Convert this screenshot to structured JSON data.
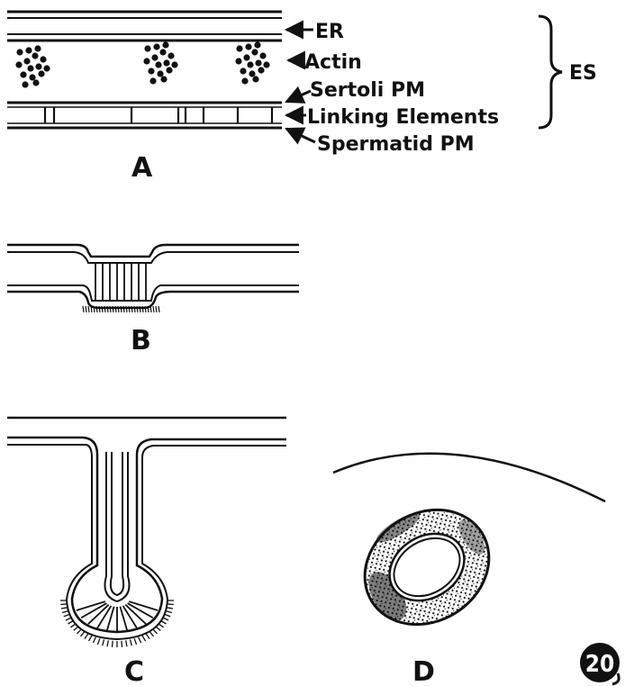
{
  "panels": {
    "a": "A",
    "b": "B",
    "c": "C",
    "d": "D"
  },
  "labels": {
    "er": "ER",
    "actin": "Actin",
    "sertoli_pm": "Sertoli PM",
    "linking_elements": "Linking Elements",
    "spermatid_pm": "Spermatid PM",
    "es": "ES"
  },
  "figure_number": "20",
  "colors": {
    "ink": "#111111",
    "paper": "#ffffff"
  }
}
